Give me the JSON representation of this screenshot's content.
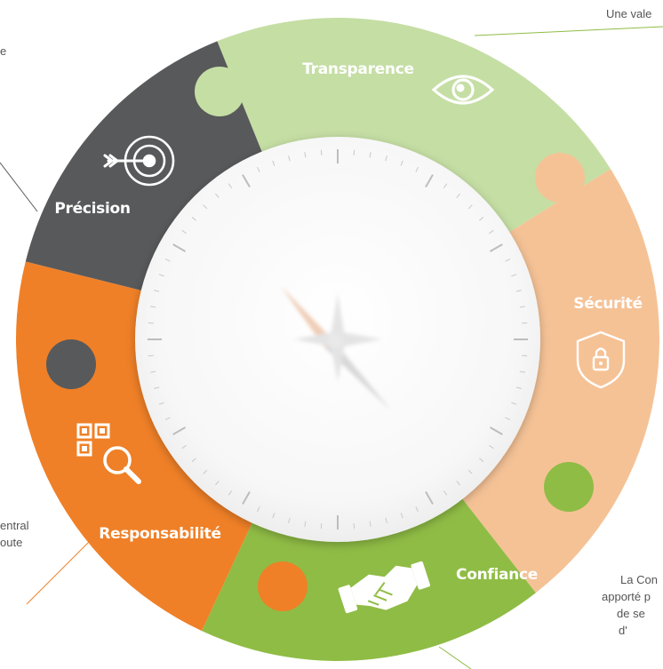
{
  "wheel": {
    "segments": [
      {
        "id": "transparence",
        "label": "Transparence",
        "color": "#c5dea4",
        "icon": "eye-icon"
      },
      {
        "id": "securite",
        "label": "Sécurité",
        "color": "#f5c296",
        "icon": "shield-lock-icon"
      },
      {
        "id": "confiance",
        "label": "Confiance",
        "color": "#8fbc45",
        "icon": "handshake-icon"
      },
      {
        "id": "responsabilite",
        "label": "Responsabilité",
        "color": "#ef8027",
        "icon": "qr-search-icon"
      },
      {
        "id": "precision",
        "label": "Précision",
        "color": "#58595b",
        "icon": "target-arrow-icon"
      }
    ],
    "center_icon": "compass-icon"
  },
  "side_texts": {
    "top_right": [
      "Une vale"
    ],
    "top_left": [
      "e"
    ],
    "bottom_left": [
      "entral",
      "oute"
    ],
    "bottom_right": [
      "La Con",
      "apporté p",
      "de se",
      "d'"
    ]
  },
  "colors": {
    "connector_green": "#8fbc45",
    "connector_orange": "#ef8027",
    "connector_gray": "#58595b",
    "dial_ticks": "#c8c8c8"
  }
}
